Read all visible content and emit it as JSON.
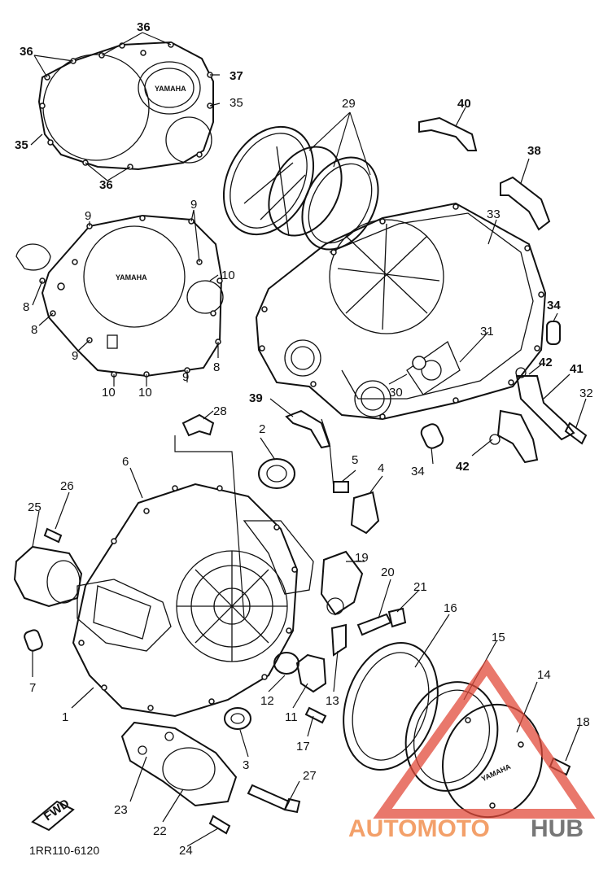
{
  "diagram": {
    "part_numbers": {
      "p1": "1",
      "p2": "2",
      "p3": "3",
      "p4": "4",
      "p5": "5",
      "p6": "6",
      "p7": "7",
      "p8": "8",
      "p9": "9",
      "p10": "10",
      "p11": "11",
      "p12": "12",
      "p13": "13",
      "p14": "14",
      "p15": "15",
      "p16": "16",
      "p17": "17",
      "p18": "18",
      "p19": "19",
      "p20": "20",
      "p21": "21",
      "p22": "22",
      "p23": "23",
      "p24": "24",
      "p25": "25",
      "p26": "26",
      "p27": "27",
      "p28": "28",
      "p29": "29",
      "p30": "30",
      "p31": "31",
      "p32": "32",
      "p33": "33",
      "p34": "34",
      "p35": "35",
      "p36": "36",
      "p37": "37",
      "p38": "38",
      "p39": "39",
      "p40": "40",
      "p41": "41",
      "p42": "42"
    },
    "cover_brand": "YAMAHA",
    "fwd_arrow": "FWD",
    "diagram_code": "1RR110-6120"
  },
  "watermark": {
    "part1": "AUTOMOTO",
    "part2": "HUB",
    "colors": {
      "accent": "#f3a06a",
      "grey": "#777777",
      "triangle": "#e24b3b"
    }
  }
}
